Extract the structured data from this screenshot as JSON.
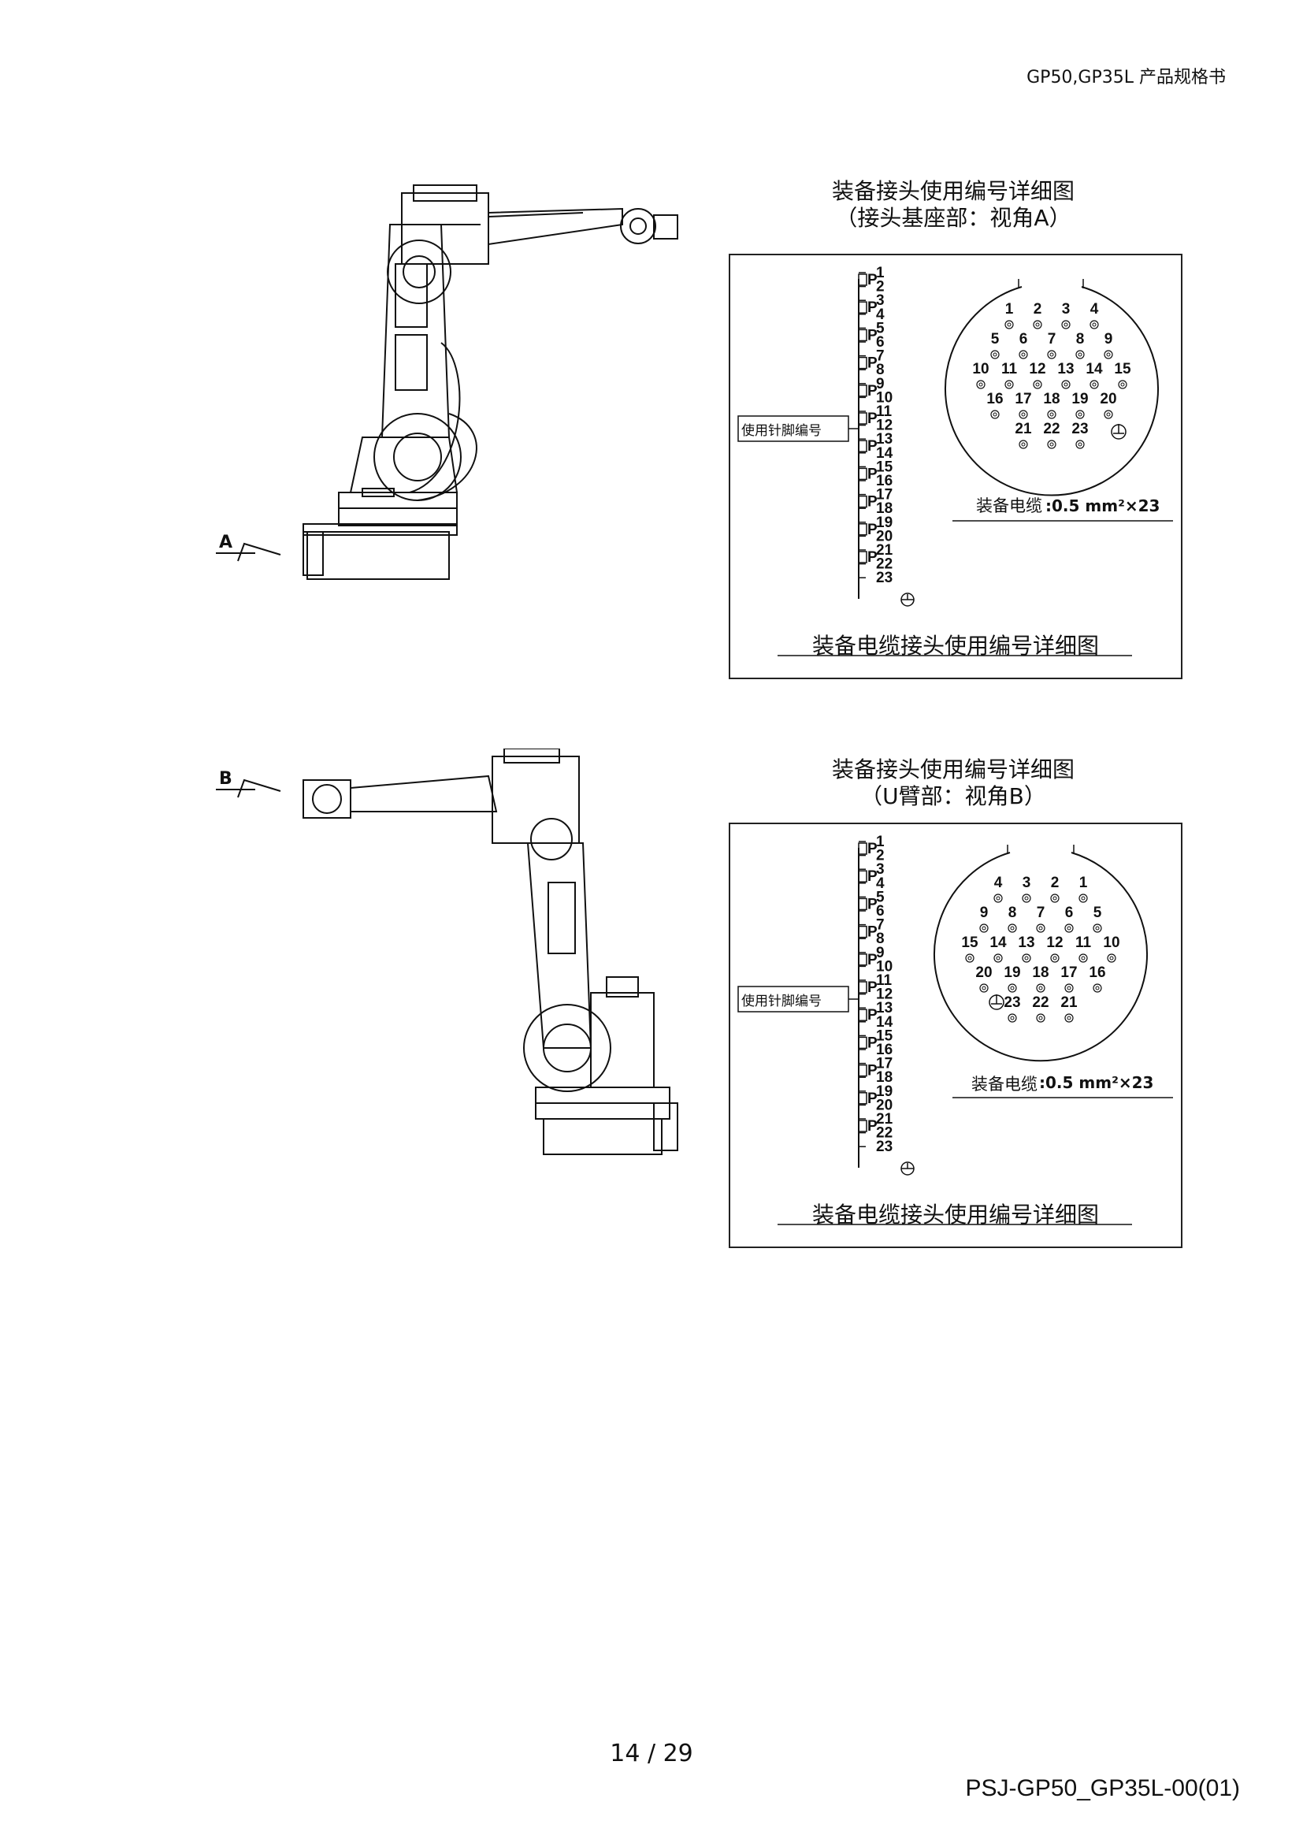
{
  "header": {
    "title": "GP50,GP35L  产品规格书"
  },
  "sections": [
    {
      "view_letter": "A",
      "title_line1": "装备接头使用编号详细图",
      "title_line2": "（接头基座部：视角A）",
      "pin_label": "使用针脚编号",
      "pin_numbers": [
        "1",
        "2",
        "3",
        "4",
        "5",
        "6",
        "7",
        "8",
        "9",
        "10",
        "11",
        "12",
        "13",
        "14",
        "15",
        "16",
        "17",
        "18",
        "19",
        "20",
        "21",
        "22",
        "23"
      ],
      "p_mark": "P",
      "connector_rows": [
        [
          "1",
          "2",
          "3",
          "4"
        ],
        [
          "5",
          "6",
          "7",
          "8",
          "9"
        ],
        [
          "10",
          "11",
          "12",
          "13",
          "14",
          "15"
        ],
        [
          "16",
          "17",
          "18",
          "19",
          "20"
        ],
        [
          "21",
          "22",
          "23"
        ]
      ],
      "cable_label": "装备电缆",
      "cable_spec": ":0.5 mm²×23",
      "bottom_caption": "装备电缆接头使用编号详细图"
    },
    {
      "view_letter": "B",
      "title_line1": "装备接头使用编号详细图",
      "title_line2": "（U臂部：视角B）",
      "pin_label": "使用针脚编号",
      "pin_numbers": [
        "1",
        "2",
        "3",
        "4",
        "5",
        "6",
        "7",
        "8",
        "9",
        "10",
        "11",
        "12",
        "13",
        "14",
        "15",
        "16",
        "17",
        "18",
        "19",
        "20",
        "21",
        "22",
        "23"
      ],
      "p_mark": "P",
      "connector_rows": [
        [
          "4",
          "3",
          "2",
          "1"
        ],
        [
          "9",
          "8",
          "7",
          "6",
          "5"
        ],
        [
          "15",
          "14",
          "13",
          "12",
          "11",
          "10"
        ],
        [
          "20",
          "19",
          "18",
          "17",
          "16"
        ],
        [
          "23",
          "22",
          "21"
        ]
      ],
      "cable_label": "装备电缆",
      "cable_spec": ":0.5 mm²×23",
      "bottom_caption": "装备电缆接头使用编号详细图"
    }
  ],
  "footer": {
    "page": "14 / 29",
    "doc_id": "PSJ-GP50_GP35L-00(01)"
  }
}
